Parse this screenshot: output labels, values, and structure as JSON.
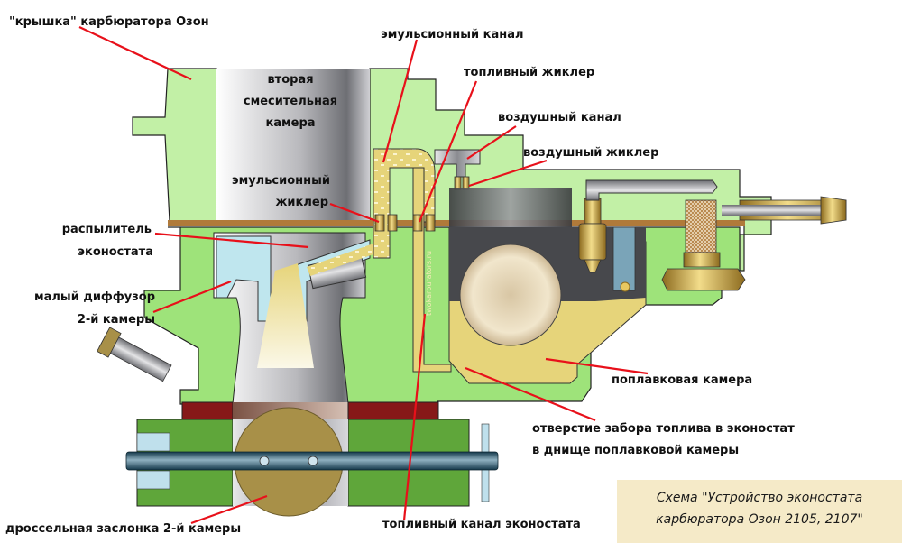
{
  "caption": {
    "line1": "Схема \"Устройство эконостата",
    "line2": "карбюратора Озон 2105, 2107\""
  },
  "inner_labels": {
    "second_mixing_chamber": [
      "вторая",
      "смесительная",
      "камера"
    ],
    "emulsion_jet": [
      "эмульсионный",
      "жиклер"
    ]
  },
  "callouts": {
    "cover": "\"крышка\" карбюратора Озон",
    "emulsion_channel": "эмульсионный канал",
    "fuel_jet": "топливный жиклер",
    "air_channel": "воздушный канал",
    "air_jet": "воздушный жиклер",
    "econostat_atomizer": [
      "распылитель",
      "эконостата"
    ],
    "small_diffuser": [
      "малый диффузор",
      "2-й камеры"
    ],
    "float_chamber": "поплавковая камера",
    "fuel_intake_hole": [
      "отверстие забора топлива в эконостат",
      "в днище поплавковой камеры"
    ],
    "throttle_valve": "дроссельная заслонка 2-й камеры",
    "econostat_fuel_channel": "топливный канал эконостата"
  },
  "watermark": "twokarburators.ru",
  "colors": {
    "cover_body": "#c2f0a6",
    "lower_body": "#9ee37a",
    "throttle_body": "#5fa63a",
    "gasket": "#b07a3a",
    "fuel": "#e6d47a",
    "spacer": "#861818",
    "throttle_disc": "#a89048",
    "leader": "#e8101a",
    "caption_bg": "#f5eac8"
  }
}
